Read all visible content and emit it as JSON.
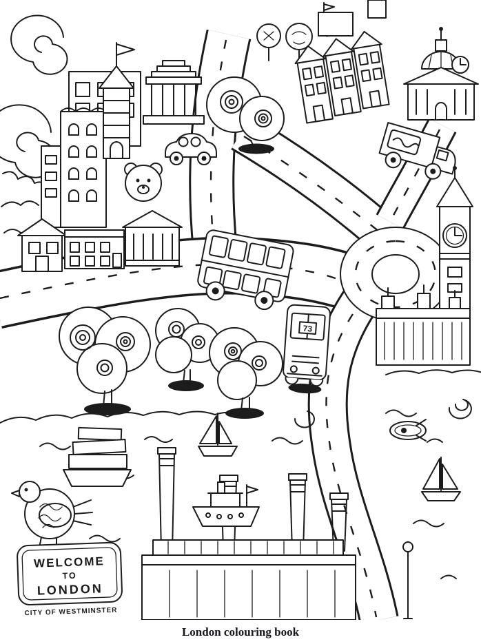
{
  "page": {
    "caption": "London colouring book",
    "background": "#ffffff",
    "ink_color": "#1c1c1c"
  },
  "sign": {
    "line1": "WELCOME",
    "line2": "TO",
    "line3": "LONDON",
    "subtitle": "CITY OF WESTMINSTER"
  },
  "bus": {
    "route_number": "73"
  },
  "scene": {
    "type": "colouring-book-line-art",
    "subject": "Whimsical hand-drawn map of London, City of Westminster",
    "elements": [
      "cloud-swirls",
      "apartment-block",
      "city-block",
      "flag-tower",
      "museum-portico",
      "small-car",
      "bear-topiary",
      "swirl-tree",
      "park-trees",
      "terraced-houses",
      "chimney-pots",
      "rooftop-flag-building",
      "domed-cathedral",
      "delivery-truck",
      "main-road",
      "riverside-road",
      "bridge-road",
      "roundabout",
      "big-ben",
      "houses-of-parliament",
      "shop-row",
      "double-decker-bus",
      "route-73-bus",
      "swirly-trees",
      "river-waves",
      "sailboat",
      "dinghy",
      "steamboat",
      "cargo-boat",
      "battersea-power-station",
      "street-lamp",
      "pigeon",
      "welcome-sign"
    ]
  }
}
